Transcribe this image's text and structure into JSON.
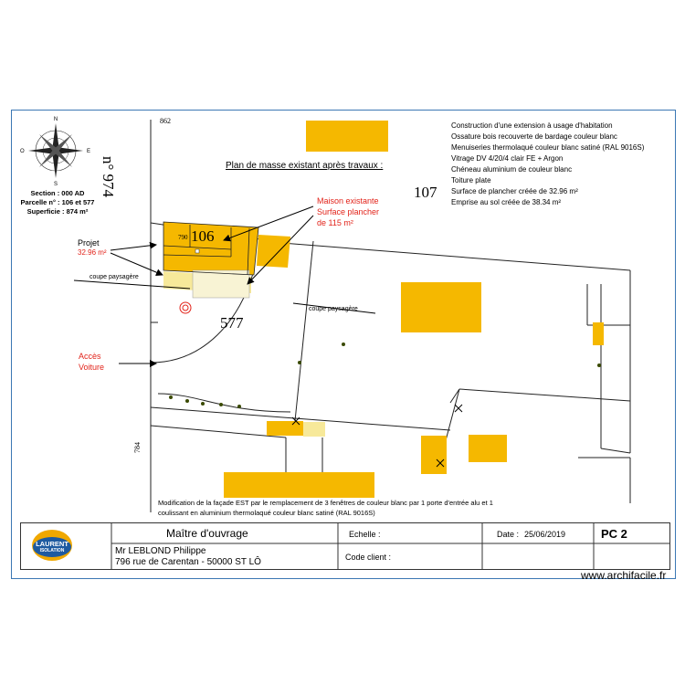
{
  "plan": {
    "title": "Plan de masse existant après travaux :",
    "description_lines": [
      "Construction d'une extension à usage d'habitation",
      "Ossature bois recouverte de bardage couleur blanc",
      "Menuiseries thermolaqué couleur blanc satiné (RAL 9016S)",
      "Vitrage DV 4/20/4 clair FE + Argon",
      "Chéneau aluminium de couleur blanc",
      "Toiture plate",
      "Surface de plancher créée de 32.96 m²",
      "Emprise au sol créée de 38.34 m²"
    ],
    "cadastre": {
      "section": "Section : 000 AD",
      "parcelle": "Parcelle n° : 106 et 577",
      "superficie": "Superficie : 874 m²"
    },
    "compass_labels": {
      "n": "N",
      "s": "S",
      "e": "E",
      "w": "O"
    },
    "annotations": {
      "maison_existante": [
        "Maison existante",
        "Surface plancher",
        "de 115 m²"
      ],
      "projet_label": "Projet",
      "projet_value": "32.96 m²",
      "acces": [
        "Accès",
        "Voiture"
      ],
      "coupe_paysagere_1": "coupe paysagère",
      "coupe_paysagere_2": "coupe paysagère"
    },
    "parcel_numbers": {
      "n974": "n° 974",
      "p107": "107",
      "p106": "106",
      "p106_small": "790",
      "p577": "577",
      "p862": "862",
      "p784": "784"
    },
    "modification_lines": [
      "Modification de la façade EST par le remplacement de 3 fenêtres de couleur blanc par 1 porte d'entrée alu et 1",
      "coulissant en aluminium thermolaqué couleur blanc satiné (RAL 9016S)"
    ],
    "colors": {
      "building": "#f5b800",
      "projet": "#f7e99a",
      "extension_light": "#f8f3d4",
      "red_text": "#e2231a",
      "frame": "#3c78b4"
    }
  },
  "title_block": {
    "logo": {
      "line1": "LAURENT",
      "line2": "ISOLATION"
    },
    "maitre_label": "Maître d'ouvrage",
    "owner_name": "Mr LEBLOND Philippe",
    "owner_address": "796 rue de Carentan - 50000 ST LÔ",
    "echelle_label": "Echelle :",
    "code_client_label": "Code client :",
    "date_label": "Date :",
    "date_value": "25/06/2019",
    "sheet": "PC 2"
  },
  "watermark": "www.archifacile.fr"
}
